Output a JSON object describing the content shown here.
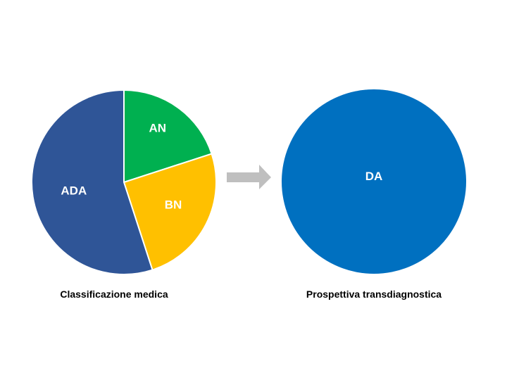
{
  "chart_data": [
    {
      "type": "pie",
      "title": "Classificazione medica",
      "categories": [
        "AN",
        "BN",
        "ADA"
      ],
      "values": [
        20,
        25,
        55
      ],
      "colors": [
        "#00B050",
        "#FFC000",
        "#2F5597"
      ]
    },
    {
      "type": "pie",
      "title": "Prospettiva transdiagnostica",
      "categories": [
        "DA"
      ],
      "values": [
        100
      ],
      "colors": [
        "#0070C0"
      ]
    }
  ],
  "arrow": {
    "icon": "arrow-right-icon",
    "color": "#BFBFBF"
  }
}
